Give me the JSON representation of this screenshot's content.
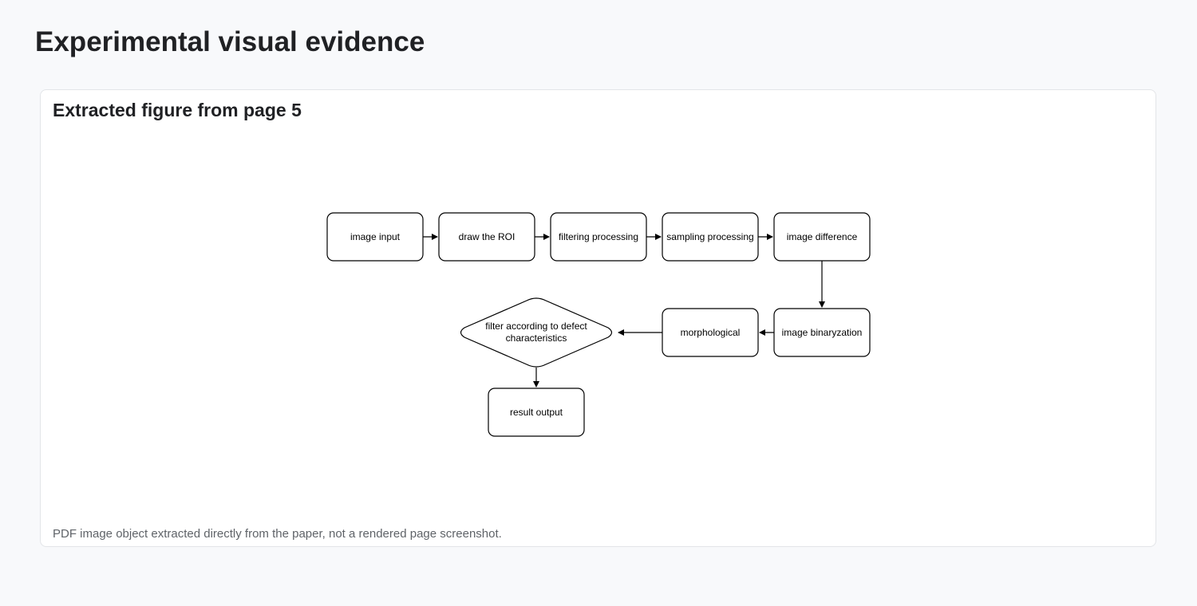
{
  "page": {
    "title": "Experimental visual evidence"
  },
  "figure": {
    "title": "Extracted figure from page 5",
    "caption": "PDF image object extracted directly from the paper, not a rendered page screenshot."
  },
  "diagram": {
    "nodes": [
      {
        "id": "image-input",
        "label": "image input",
        "shape": "rounded-rect"
      },
      {
        "id": "draw-roi",
        "label": "draw the ROI",
        "shape": "rounded-rect"
      },
      {
        "id": "filtering",
        "label": "filtering processing",
        "shape": "rounded-rect"
      },
      {
        "id": "sampling",
        "label": "sampling processing",
        "shape": "rounded-rect"
      },
      {
        "id": "difference",
        "label": "image difference",
        "shape": "rounded-rect"
      },
      {
        "id": "binaryzation",
        "label": "image binaryzation",
        "shape": "rounded-rect"
      },
      {
        "id": "morphological",
        "label": "morphological",
        "shape": "rounded-rect"
      },
      {
        "id": "filter-defect",
        "label_lines": [
          "filter according to defect",
          "characteristics"
        ],
        "shape": "diamond"
      },
      {
        "id": "result",
        "label": "result output",
        "shape": "rounded-rect"
      }
    ],
    "edges": [
      {
        "from": "image-input",
        "to": "draw-roi"
      },
      {
        "from": "draw-roi",
        "to": "filtering"
      },
      {
        "from": "filtering",
        "to": "sampling"
      },
      {
        "from": "sampling",
        "to": "difference"
      },
      {
        "from": "difference",
        "to": "binaryzation"
      },
      {
        "from": "binaryzation",
        "to": "morphological"
      },
      {
        "from": "morphological",
        "to": "filter-defect"
      },
      {
        "from": "filter-defect",
        "to": "result"
      }
    ]
  }
}
